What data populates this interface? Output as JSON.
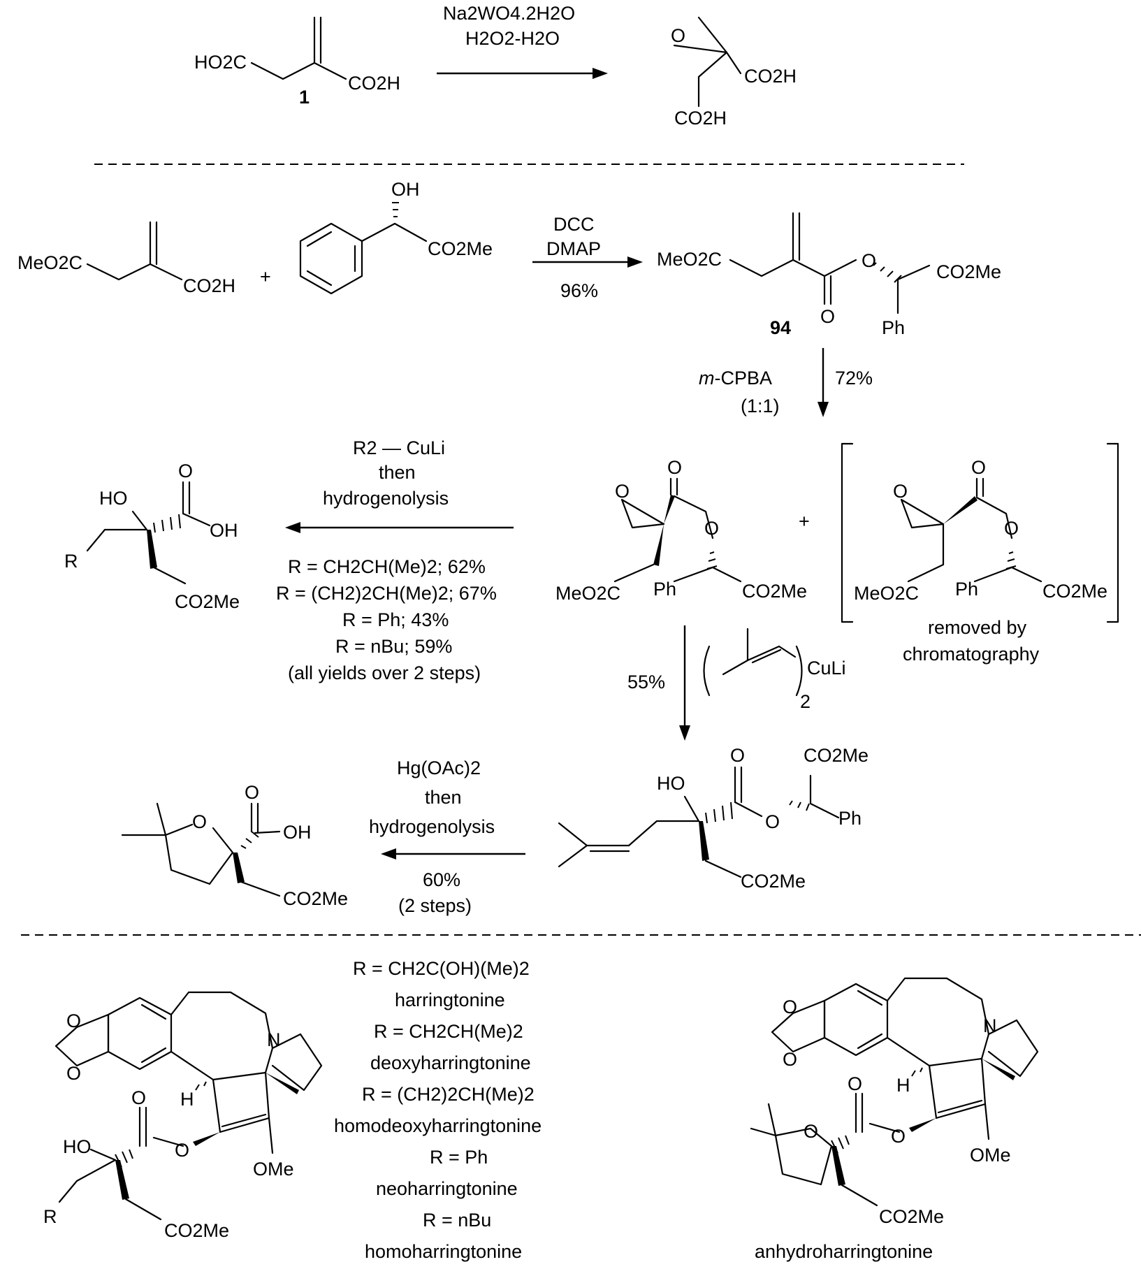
{
  "reaction1": {
    "compound1_label": "1",
    "sm_left": "HO2C",
    "sm_right": "CO2H",
    "reagent_1": "Na2WO4.2H2O",
    "reagent_2": "H2O2-H2O",
    "product_o": "O",
    "product_acid_1": "CO2H",
    "product_acid_2": "CO2H"
  },
  "reaction2": {
    "sm_ester": "MeO2C",
    "sm_acid": "CO2H",
    "plus": "+",
    "mandelate_oh": "OH",
    "mandelate_ester": "CO2Me",
    "reagent_1": "DCC",
    "reagent_2": "DMAP",
    "yield": "96%",
    "product_label": "94",
    "product_ester_left": "MeO2C",
    "product_o_ester": "O",
    "product_carbonyl_o": "O",
    "product_ester_right": "CO2Me",
    "product_ph": "Ph"
  },
  "epoxidation": {
    "reagent": "m-CPBA",
    "reagent_prefix": "m",
    "reagent_suffix": "-CPBA",
    "ratio": "(1:1)",
    "yield": "72%",
    "plus": "+",
    "removed_note_1": "removed by",
    "removed_note_2": "chromatography",
    "epoxide_o": "O",
    "carbonyl_o": "O",
    "ester_o": "O",
    "ester_left": "MeO2C",
    "ph": "Ph",
    "ester_right": "CO2Me"
  },
  "cuprate_opening": {
    "reagent_1": "R2 — CuLi",
    "reagent_2": "then",
    "reagent_3": "hydrogenolysis",
    "conditions": [
      "R = CH2CH(Me)2; 62%",
      "R = (CH2)2CH(Me)2; 67%",
      "R = Ph; 43%",
      "R = nBu; 59%",
      "(all yields over 2 steps)"
    ],
    "product_ho": "HO",
    "product_o": "O",
    "product_oh": "OH",
    "product_r": "R",
    "product_ester": "CO2Me"
  },
  "prenyl_addition": {
    "yield": "55%",
    "reagent": "CuLi",
    "subscript": "2",
    "product_ho": "HO",
    "product_o": "O",
    "product_ester_top": "CO2Me",
    "product_o_ester": "O",
    "product_ph": "Ph",
    "product_ester_bottom": "CO2Me"
  },
  "cyclization": {
    "reagent_1": "Hg(OAc)2",
    "reagent_2": "then",
    "reagent_3": "hydrogenolysis",
    "yield": "60%",
    "steps": "(2 steps)",
    "product_ring_o": "O",
    "product_o": "O",
    "product_oh": "OH",
    "product_ester": "CO2Me"
  },
  "natural_products": {
    "legend": [
      "R = CH2C(OH)(Me)2",
      "harringtonine",
      "R = CH2CH(Me)2",
      "deoxyharringtonine",
      "R = (CH2)2CH(Me)2",
      "homodeoxyharringtonine",
      "R = Ph",
      "neoharringtonine",
      "R = nBu",
      "homoharringtonine"
    ],
    "left_structure": {
      "o_top": "O",
      "o_bottom": "O",
      "n": "N",
      "h": "H",
      "ho": "HO",
      "carbonyl_o": "O",
      "ester_o": "O",
      "ome": "OMe",
      "r": "R",
      "ester": "CO2Me"
    },
    "right_structure": {
      "name": "anhydroharringtonine",
      "o_top": "O",
      "o_bottom": "O",
      "n": "N",
      "h": "H",
      "carbonyl_o": "O",
      "ring_o": "O",
      "ester_o": "O",
      "ome": "OMe",
      "ester": "CO2Me"
    }
  }
}
